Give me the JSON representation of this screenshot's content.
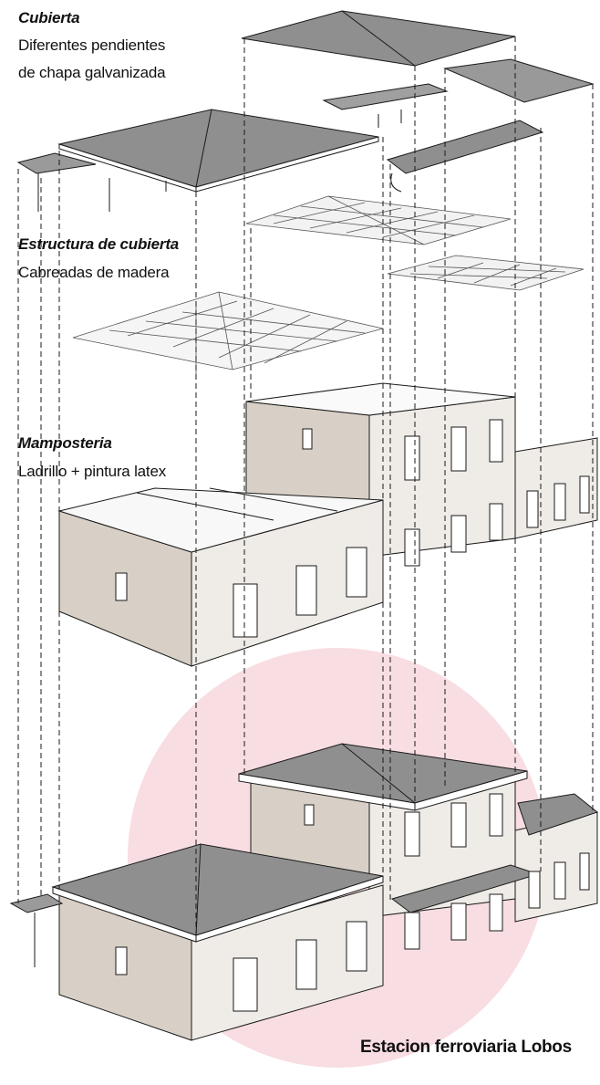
{
  "layers": [
    {
      "heading": "Cubierta",
      "description_lines": [
        "Diferentes pendientes",
        "de chapa galvanizada"
      ]
    },
    {
      "heading": "Estructura de cubierta",
      "description_lines": [
        "Cabreadas de madera"
      ]
    },
    {
      "heading": "Mamposteria",
      "description_lines": [
        "Ladrillo + pintura latex"
      ]
    }
  ],
  "caption": "Estacion ferroviaria Lobos",
  "colors": {
    "roof": "#8f8f8f",
    "roof_light": "#a9a9a9",
    "wall_tan": "#d8d0c6",
    "wall_light": "#efebe6",
    "highlight_circle": "#f8dde2",
    "line": "#1a1a1a"
  }
}
